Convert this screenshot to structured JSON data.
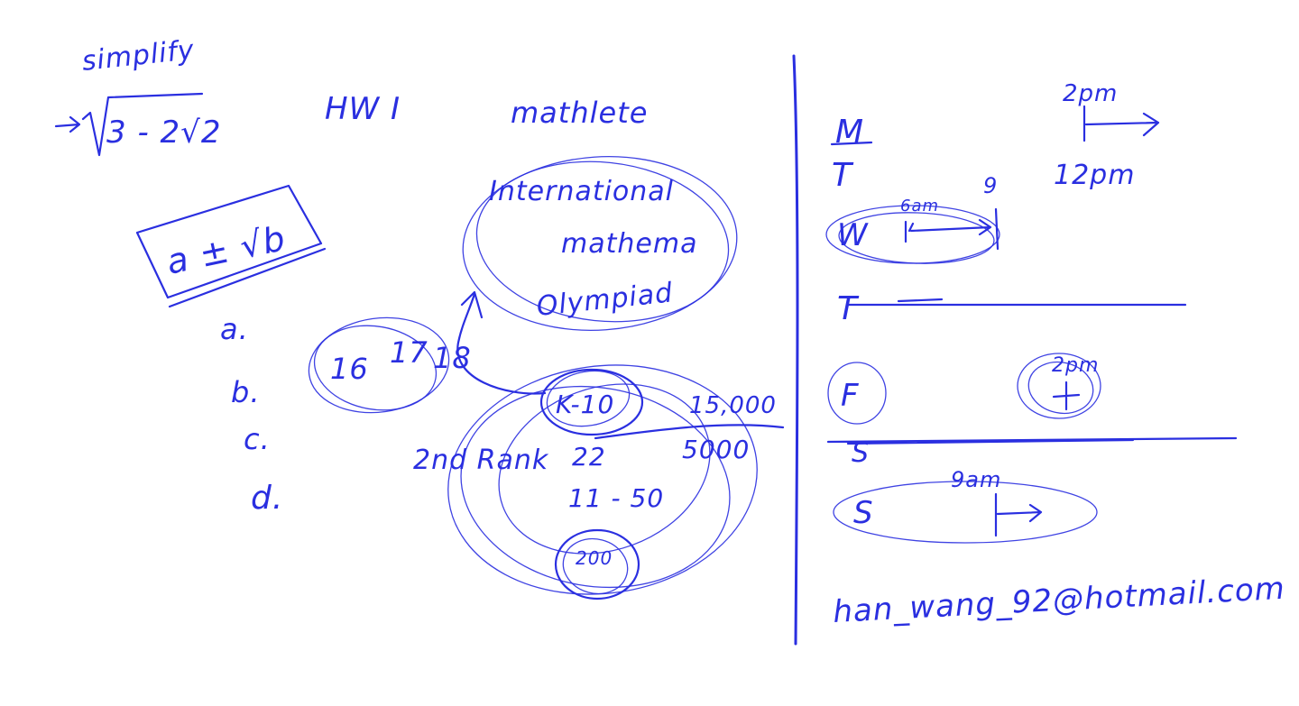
{
  "ink_color": "#2a2fe0",
  "left": {
    "simplify": "simplify",
    "radical": "3 - 2√2",
    "form": "a ± √b",
    "options": [
      "a.",
      "b.",
      "c.",
      "d."
    ],
    "hw": "HW I"
  },
  "middle": {
    "mathlete": "mathlete",
    "imo_line1": "International",
    "imo_line2": "mathema",
    "imo_line3": "Olympiad",
    "ages": [
      "16",
      "17",
      "18"
    ],
    "k10": "K-10",
    "count1": "15,000",
    "count2": "5000",
    "rank_label": "2nd Rank",
    "rank_value": "22",
    "range": "11 - 50",
    "small": "200"
  },
  "right": {
    "days": [
      "M",
      "T",
      "W",
      "T",
      "F",
      "S",
      "S"
    ],
    "time_2pm_top": "2pm",
    "time_12pm": "12pm",
    "time_6am": "6am",
    "time_9": "9",
    "time_2pm_fri": "2pm",
    "time_9am": "9am",
    "email": "han_wang_92@hotmail.com"
  }
}
